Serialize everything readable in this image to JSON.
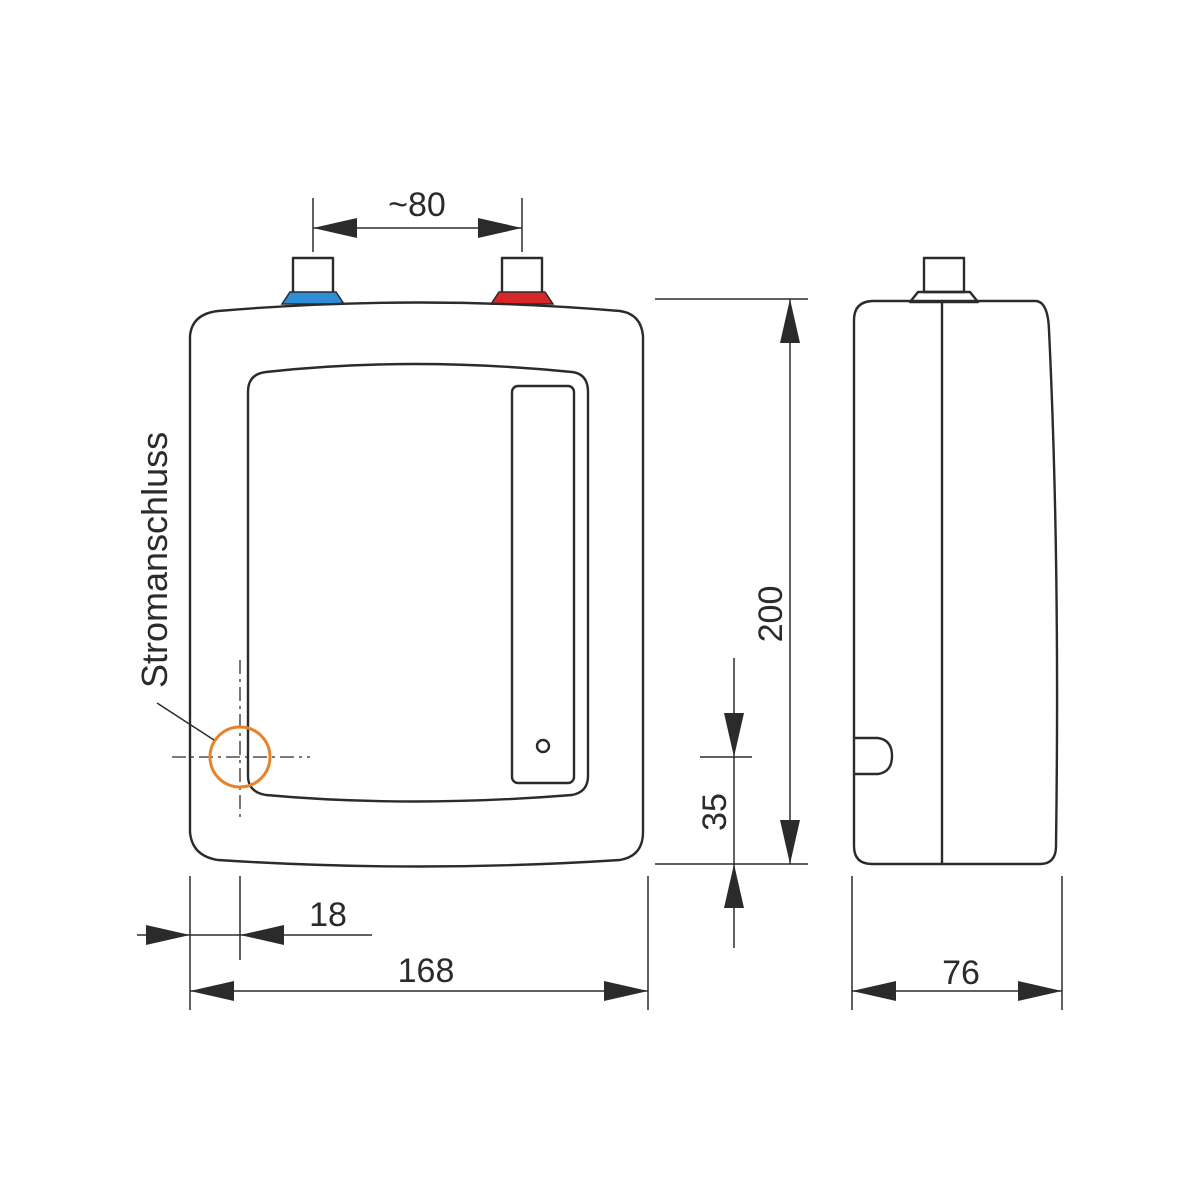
{
  "dimensions": {
    "connector_spacing": "~80",
    "height": "200",
    "connection_height": "35",
    "connection_offset": "18",
    "width": "168",
    "depth": "76"
  },
  "labels": {
    "power_connection": "Stromanschluss"
  },
  "colors": {
    "cold_water": "#2e8fd6",
    "hot_water": "#d8262b",
    "power_marker": "#e8822a",
    "line": "#2b2b2b"
  }
}
